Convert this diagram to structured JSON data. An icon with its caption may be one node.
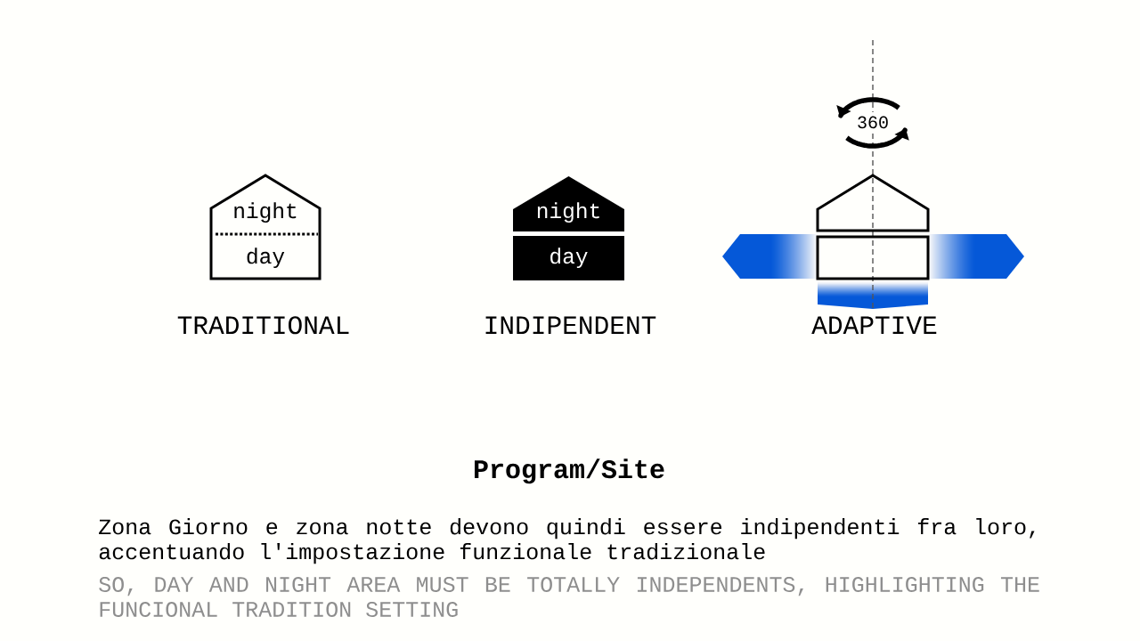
{
  "diagram": {
    "title": "Program/Site",
    "nodes": [
      {
        "text": [
          "night",
          "day"
        ]
      },
      {
        "text": [
          "night"
        ]
      },
      {
        "text": [
          "day"
        ]
      },
      {
        "text": [],
        "shape": "pentagon"
      },
      {
        "text": [],
        "shape": "box"
      }
    ],
    "labels": [
      "360",
      "TRADITIONAL",
      "INDIPENDENT",
      "ADAPTIVE",
      "Zona Giorno e zona notte devono quindi essere indipendenti fra loro, accentuando l'impostazione funzionale tradizionale",
      "SO, DAY AND NIGHT AREA MUST BE TOTALLY INDEPENDENTS, HIGHLIGHTING THE FUNCIONAL TRADITION SETTING"
    ]
  }
}
